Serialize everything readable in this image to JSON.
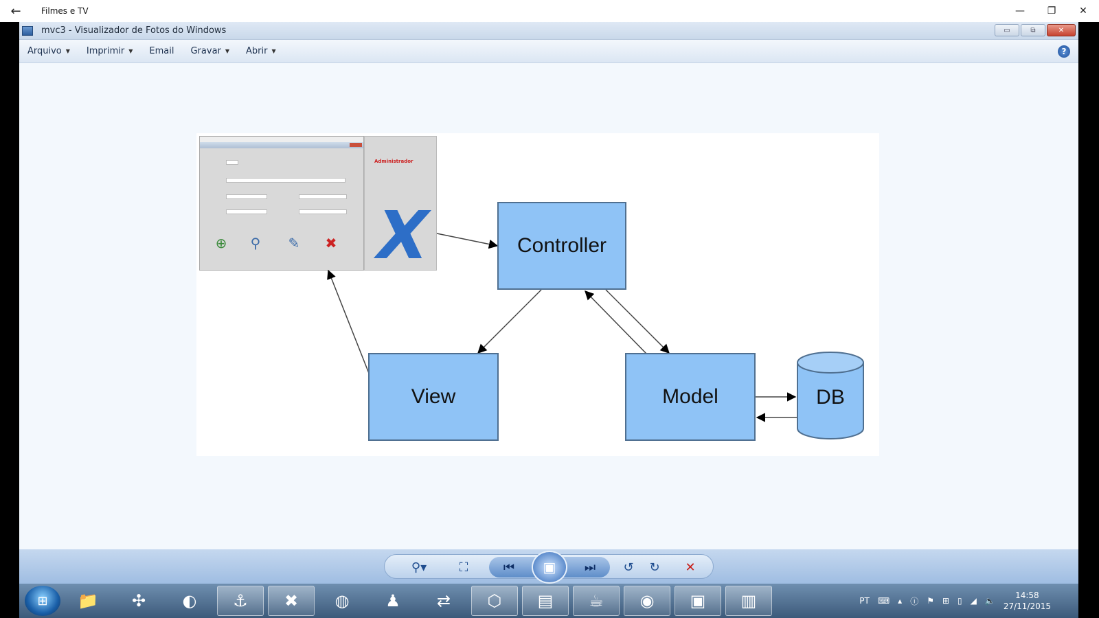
{
  "outer_window": {
    "title": "Filmes e TV",
    "back_glyph": "←",
    "minimize_glyph": "—",
    "restore_glyph": "❐",
    "close_glyph": "✕"
  },
  "photo_viewer": {
    "title": "mvc3 - Visualizador de Fotos do Windows",
    "menu": [
      {
        "label": "Arquivo",
        "caret": "▼"
      },
      {
        "label": "Imprimir",
        "caret": "▼"
      },
      {
        "label": "Email",
        "caret": ""
      },
      {
        "label": "Gravar",
        "caret": "▼"
      },
      {
        "label": "Abrir",
        "caret": "▼"
      }
    ],
    "help_glyph": "?",
    "window_buttons": {
      "minimize": "▭",
      "maximize": "⧉",
      "close": "✕"
    }
  },
  "slide": {
    "controller_label": "Controller",
    "view_label": "View",
    "model_label": "Model",
    "db_label": "DB",
    "mini_form": {
      "admin_label": "Administrador",
      "big_x": "X",
      "icons": [
        "add-document-icon",
        "search-document-icon",
        "edit-document-icon",
        "delete-document-icon"
      ]
    }
  },
  "toolbar_icons": [
    "zoom-icon",
    "actual-size-icon",
    "previous-icon",
    "slideshow-icon",
    "next-icon",
    "rotate-left-icon",
    "rotate-right-icon",
    "delete-icon"
  ],
  "toolbar_glyphs": {
    "zoom": "⚲▾",
    "actual_size": "⛶",
    "previous": "⏮",
    "slideshow": "▣",
    "next": "⏭",
    "rotate_left": "↺",
    "rotate_right": "↻",
    "delete": "✕"
  },
  "taskbar": {
    "apps": [
      "explorer-icon",
      "pinwheel-icon",
      "ccleaner-icon",
      "mysql-workbench-icon",
      "xampp-icon",
      "network-globe-icon",
      "footprint-icon",
      "connection-icon",
      "virtualbox-icon",
      "notes-icon",
      "java-icon",
      "chrome-icon",
      "camera-icon",
      "photo-viewer-icon"
    ],
    "tray": {
      "language": "PT",
      "time": "14:58",
      "date": "27/11/2015"
    }
  }
}
